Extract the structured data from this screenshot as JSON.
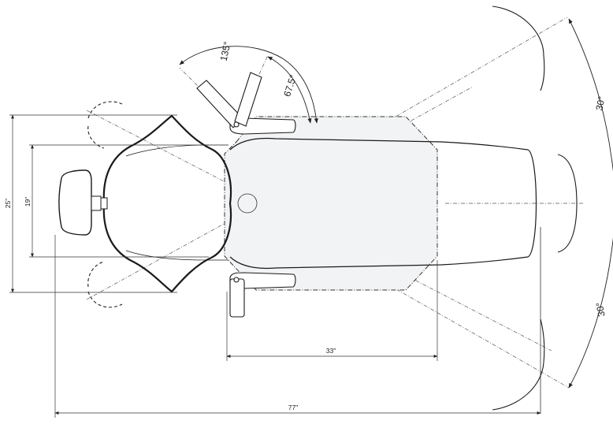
{
  "labels": {
    "angle_armrest_swing": "135°",
    "angle_armrest_pivot": "67.5°",
    "angle_recline_top": "30°",
    "angle_recline_bottom": "30°",
    "width_overall": "25\"",
    "width_backrest": "19\"",
    "depth_seat": "33\"",
    "length_overall": "77\""
  },
  "colors": {
    "line": "#1a1a1a",
    "seat_fill": "#f2f3f5",
    "dim_line": "#333333"
  }
}
